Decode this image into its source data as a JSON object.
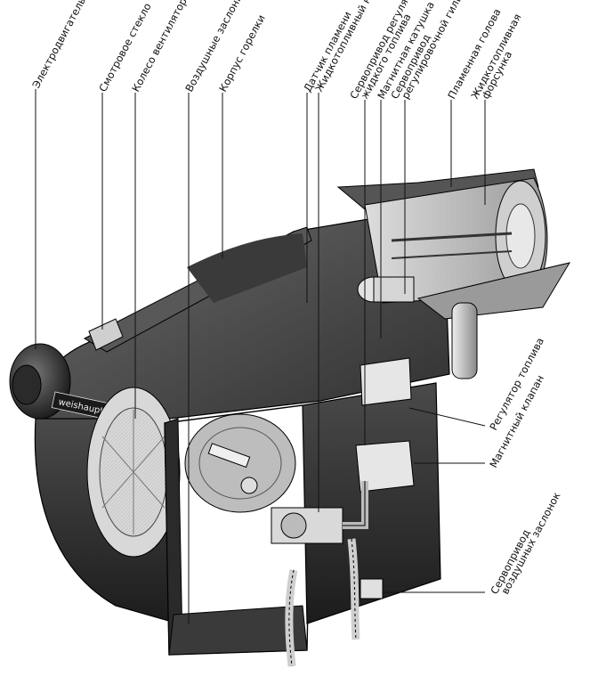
{
  "brand_badge": "weishaupt",
  "callouts": {
    "electric_motor": "Электродвигатель",
    "sight_glass": "Смотровое стекло",
    "fan_wheel": "Колесо вентилятора",
    "air_dampers": "Воздушные заслонки",
    "burner_housing": "Корпус горелки",
    "flame_sensor": "Датчик пламени",
    "oil_pump": "Жидкотопливный насос",
    "oil_regulator_servo_1": "Сервопривод регулятора",
    "oil_regulator_servo_2": "жидкого топлива",
    "magnetic_coil": "Магнитная катушка",
    "sleeve_servo_1": "Сервопривод",
    "sleeve_servo_2": "регулировочной гильзы",
    "flame_head": "Пламенная голова",
    "oil_nozzle_1": "Жидкотопливная",
    "oil_nozzle_2": "форсунка",
    "fuel_regulator": "Регулятор топлива",
    "solenoid_valve": "Магнитный клапан",
    "air_damper_servo_1": "Сервопривод",
    "air_damper_servo_2": "воздушных заслонок"
  }
}
